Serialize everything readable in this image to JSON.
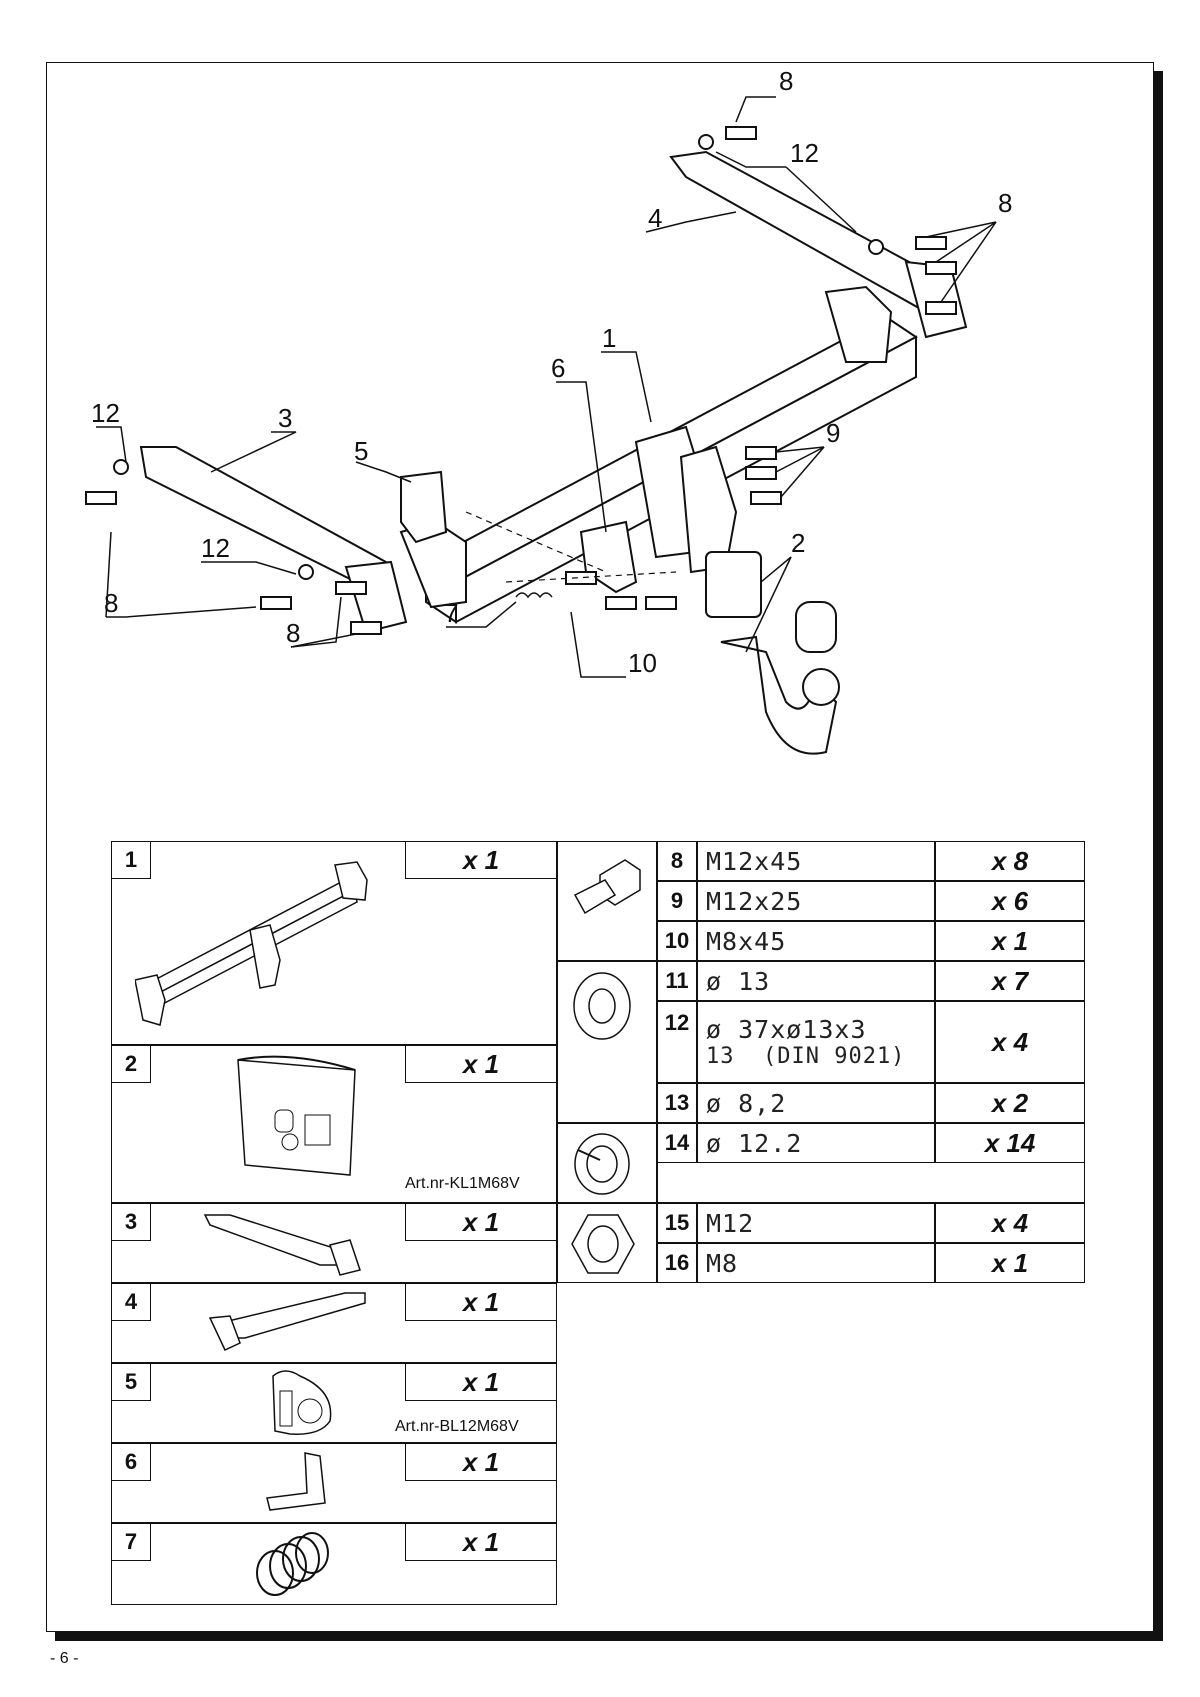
{
  "callouts": [
    "8",
    "12",
    "8",
    "4",
    "1",
    "6",
    "12",
    "3",
    "5",
    "9",
    "12",
    "2",
    "8",
    "8",
    "7",
    "10"
  ],
  "left_list": [
    {
      "num": "1",
      "qty": "x 1",
      "art": ""
    },
    {
      "num": "2",
      "qty": "x 1",
      "art": "Art.nr-KL1M68V"
    },
    {
      "num": "3",
      "qty": "x 1",
      "art": ""
    },
    {
      "num": "4",
      "qty": "x 1",
      "art": ""
    },
    {
      "num": "5",
      "qty": "x 1",
      "art": "Art.nr-BL12M68V"
    },
    {
      "num": "6",
      "qty": "x 1",
      "art": ""
    },
    {
      "num": "7",
      "qty": "x 1",
      "art": ""
    }
  ],
  "right_rows": [
    {
      "num": "8",
      "spec": "M12x45",
      "qty": "x 8"
    },
    {
      "num": "9",
      "spec": "M12x25",
      "qty": "x 6"
    },
    {
      "num": "10",
      "spec": "M8x45",
      "qty": "x 1"
    },
    {
      "num": "11",
      "spec": "ø 13",
      "qty": "x 7"
    },
    {
      "num": "12",
      "spec": "ø 37xø13x3",
      "spec2": "13  (DIN 9021)",
      "qty": "x 4"
    },
    {
      "num": "13",
      "spec": "ø 8,2",
      "qty": "x 2"
    },
    {
      "num": "14",
      "spec": "ø 12.2",
      "qty": "x 14"
    },
    {
      "num": "15",
      "spec": "M12",
      "qty": "x 4"
    },
    {
      "num": "16",
      "spec": "M8",
      "qty": "x 1"
    }
  ],
  "page_number": "- 6 -"
}
